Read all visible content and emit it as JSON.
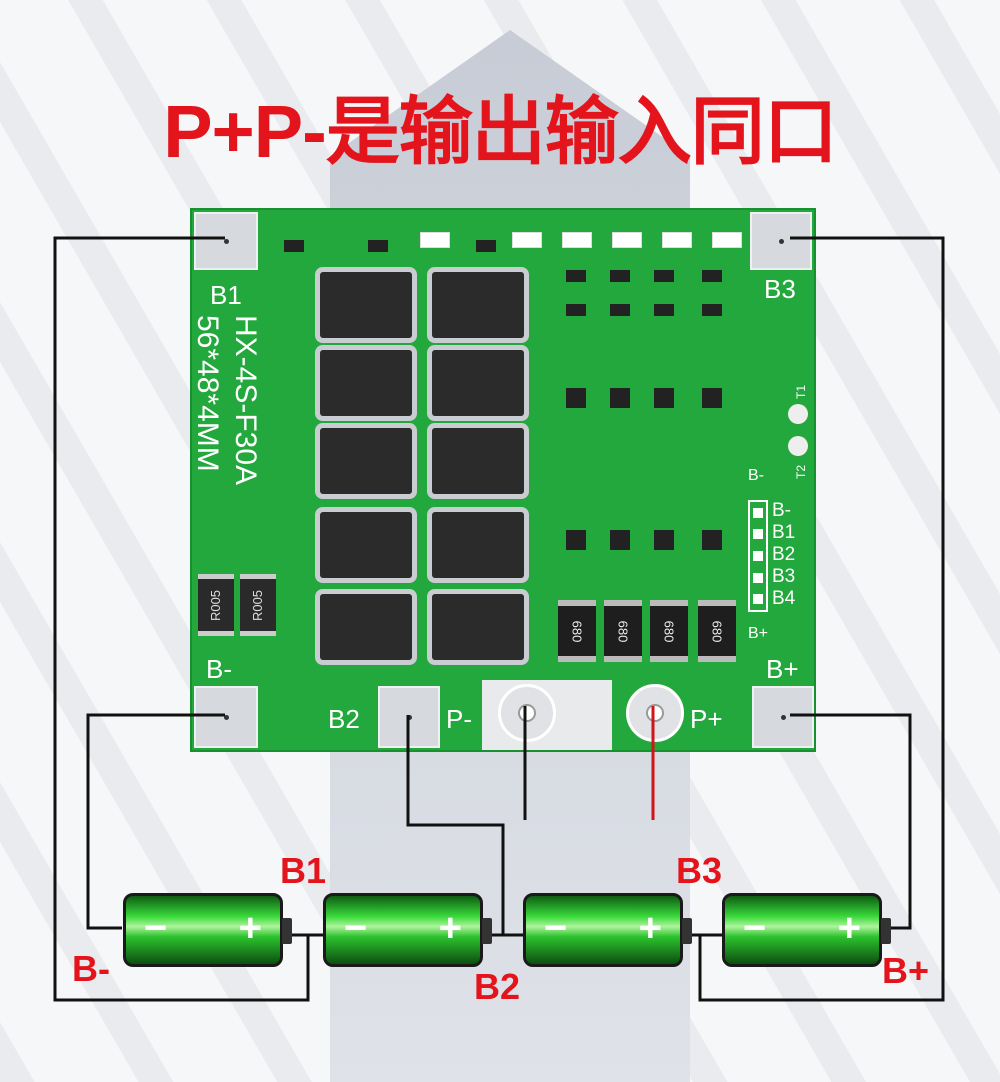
{
  "title": "P+P-是输出输入同口",
  "board": {
    "model": "HX-4S-F30A",
    "size": "56*48*4MM",
    "pads": {
      "b1": "B1",
      "b3": "B3",
      "bminus": "B-",
      "bplus": "B+",
      "b2": "B2",
      "pminus": "P-",
      "pplus": "P+"
    },
    "resistor_label": "R005",
    "bigres_label": "680",
    "thermistor": {
      "t1": "T1",
      "t2": "T2"
    },
    "small_bminus": "B-",
    "small_bplus": "B+",
    "balance": [
      "B-",
      "B1",
      "B2",
      "B3",
      "B4"
    ]
  },
  "batteries": [
    {
      "neg": "−",
      "pos": "+"
    },
    {
      "neg": "−",
      "pos": "+"
    },
    {
      "neg": "−",
      "pos": "+"
    },
    {
      "neg": "−",
      "pos": "+"
    }
  ],
  "labels": {
    "b1": "B1",
    "b3": "B3",
    "bminus": "B-",
    "b2": "B2",
    "bplus": "B+"
  },
  "colors": {
    "accent": "#e3141b",
    "board": "#22a83c"
  }
}
